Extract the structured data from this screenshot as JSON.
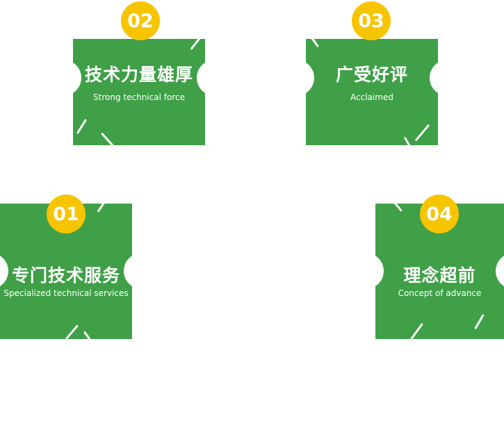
{
  "colors": {
    "green": "#3fa047",
    "yellow": "#f7c400",
    "text": "#ffffff"
  },
  "cards": [
    {
      "number": "01",
      "title": "专门技术服务",
      "subtitle": "Specialized technical services"
    },
    {
      "number": "02",
      "title": "技术力量雄厚",
      "subtitle": "Strong technical force"
    },
    {
      "number": "03",
      "title": "广受好评",
      "subtitle": "Acclaimed"
    },
    {
      "number": "04",
      "title": "理念超前",
      "subtitle": "Concept of advance"
    }
  ]
}
